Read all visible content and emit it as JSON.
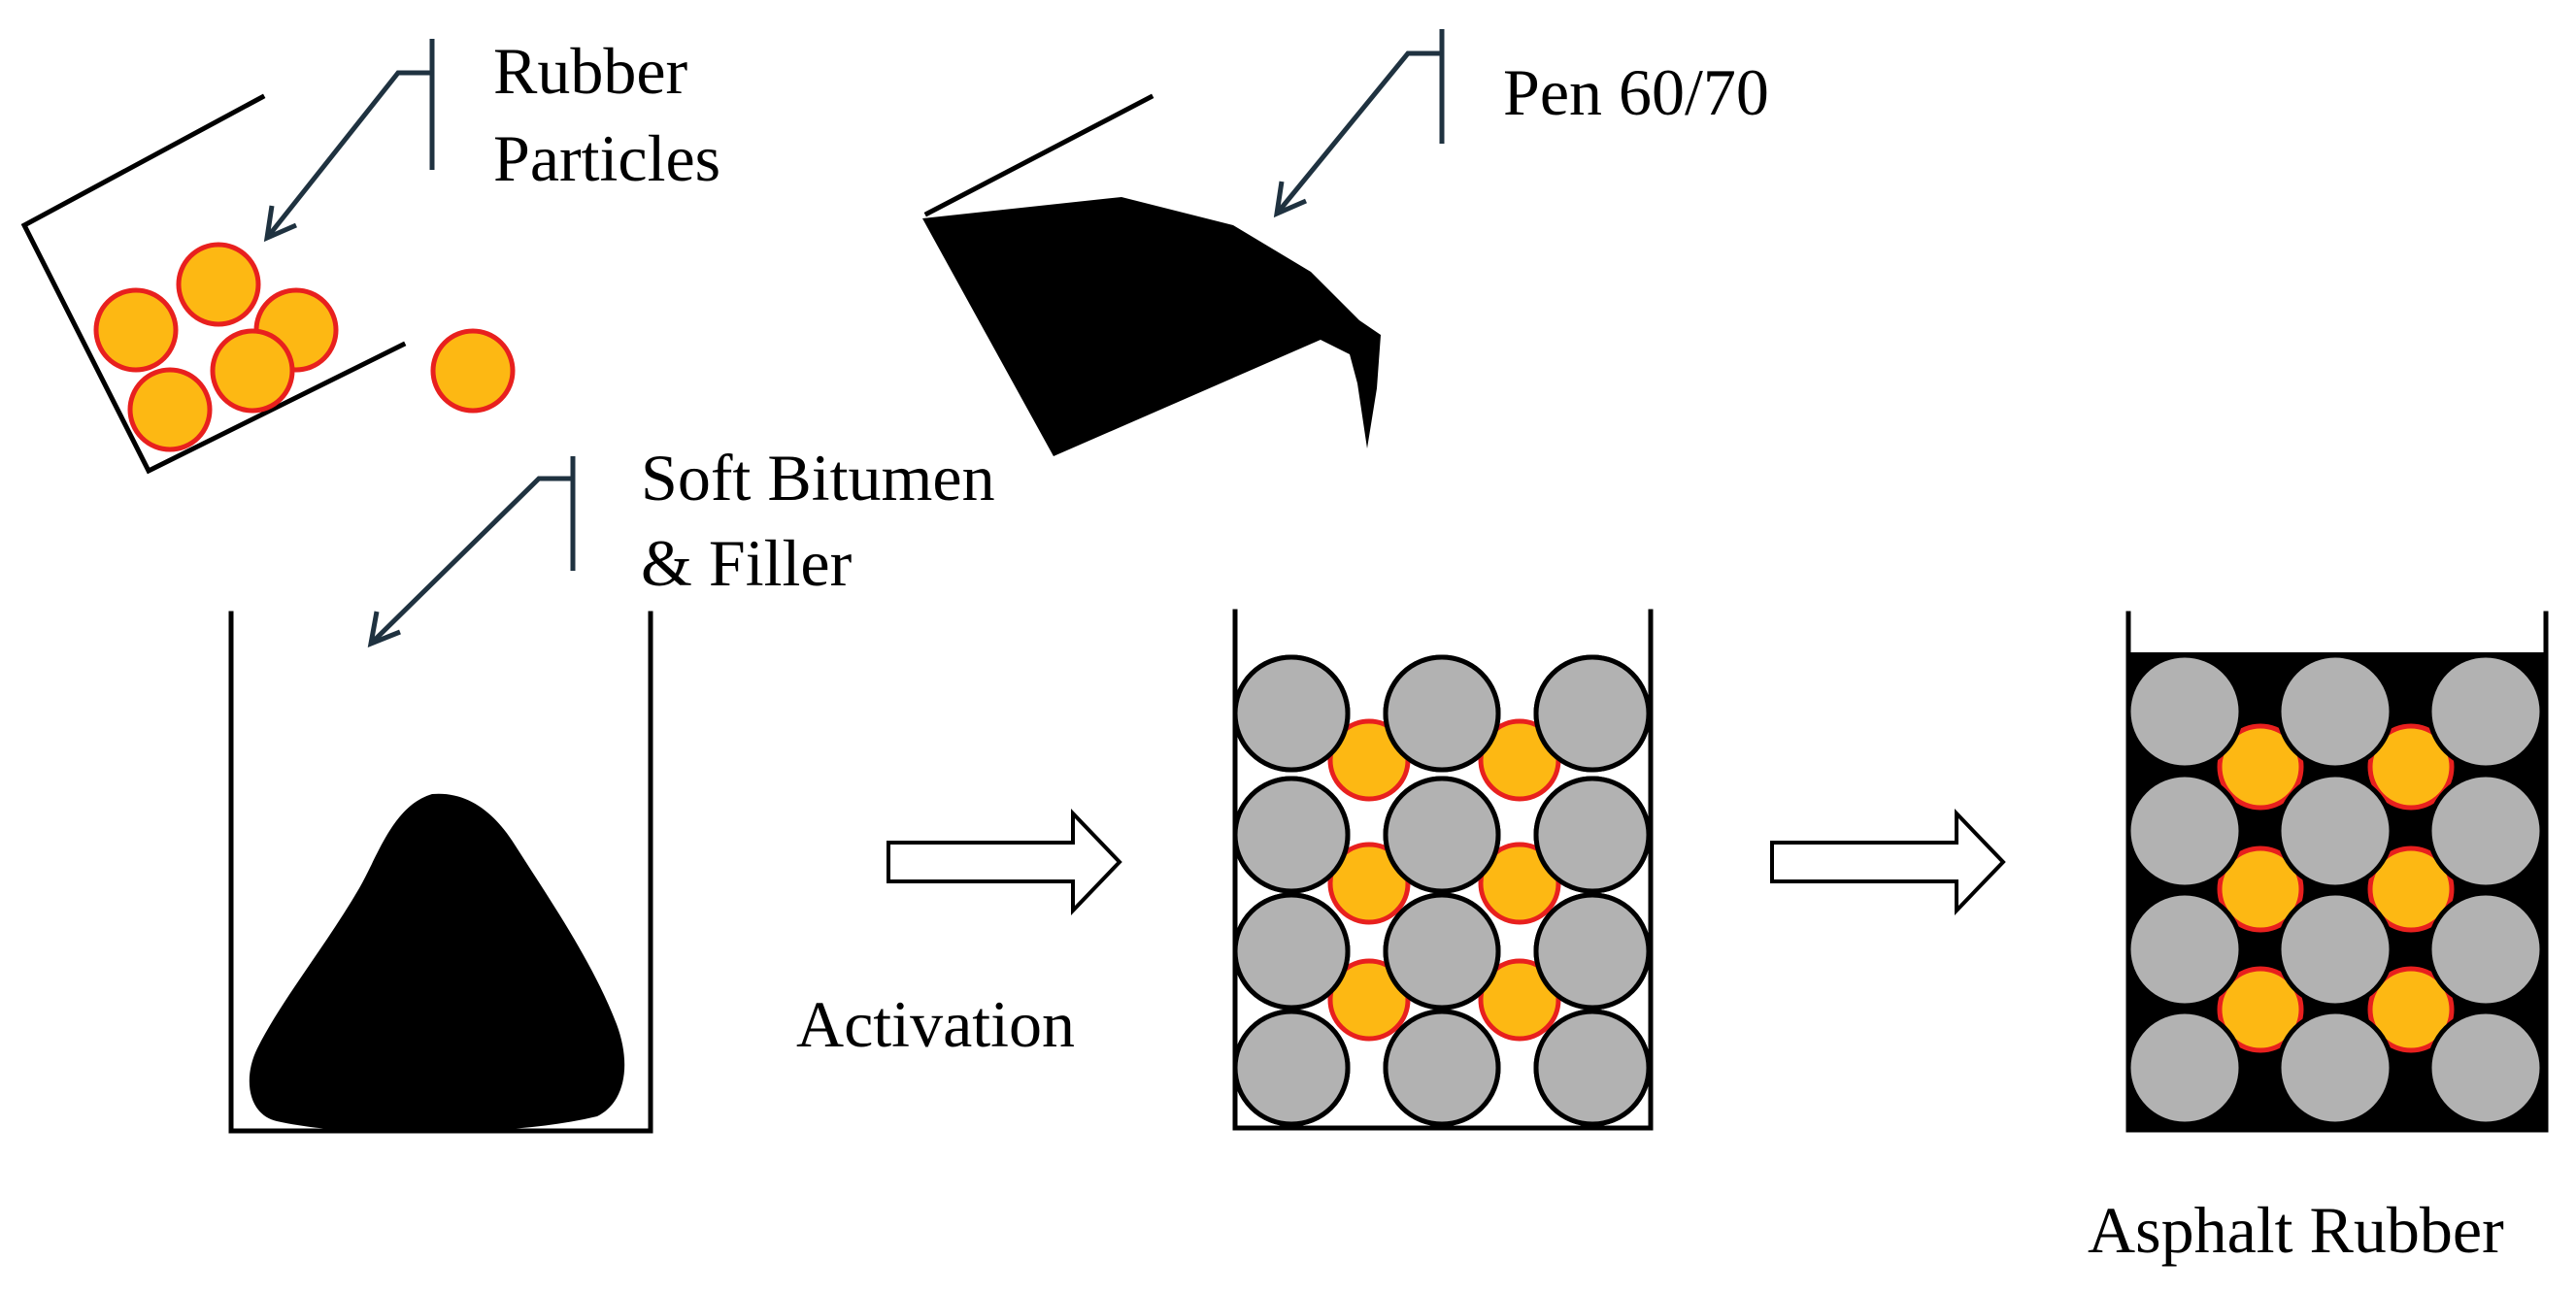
{
  "labels": {
    "rubber_particles_line1": "Rubber",
    "rubber_particles_line2": "Particles",
    "pen_grade": "Pen 60/70",
    "soft_bitumen_line1": "Soft Bitumen",
    "soft_bitumen_line2": "& Filler",
    "activation": "Activation",
    "asphalt_rubber": "Asphalt Rubber"
  },
  "colors": {
    "rubber_fill": "#fdb813",
    "rubber_stroke": "#e8201e",
    "aggregate_fill": "#b2b2b2",
    "bitumen": "#000000",
    "leader_line": "#1f3240",
    "background": "#ffffff"
  },
  "icons": {
    "process_arrow": "hollow-right-arrow",
    "callout": "leader-arrow"
  }
}
